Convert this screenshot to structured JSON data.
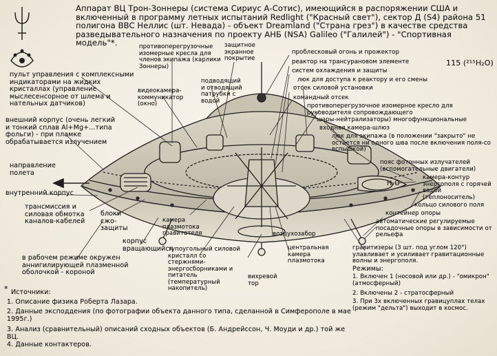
{
  "header": "Аппарат ВЦ Трон-Зоннеры (система Сириус А-Сотис), имеющийся в распоряжении США и включенный в программу летных испытаний Redlight (\"Красный свет\"), сектор Д (S4) района 51 полигона ВВС Неллис (шт. Невада) - объект Dreamland (\"Страна грез\") в качестве средства разведывательного назначения по проекту АНБ (NSA) Galileo (\"Галилей\") - \"Спортивная модель\"*.",
  "formula": "115 (²¹⁵H₂O)",
  "labels": {
    "control_panel": "пульт управления с комплексными индикаторами на жидких кристаллах (управление мыслесенсорное от шлема и нательных датчиков)",
    "outer_hull": "внешний корпус (очень легкий и тонкий сплав Al+Mg+...типа фольги) - при пламке обрабатывается излучением",
    "flight_direction": "направление полета",
    "inner_hull": "внутренний корпус",
    "transmission": "трансмиссия и силовая обмотка каналов-кабелей",
    "protection_blocks": "блоки сжо-защиты",
    "rotating_body": "корпус вращающийся",
    "working_mode": "в рабочем режиме окружен аннигилирующей плазменной оболочкой - короной",
    "overload_chair_pilots": "противоперегрузочные изомерные кресла для членов экипажа (карлики Зоннеры)",
    "protective_screen": "защитное экранное покрытие",
    "video_communicator": "видеокамера-коммуникатор (окно)",
    "engine_room_connection": "подводящий и отводящий патрубки с водой",
    "plasma_camera_gravitator": "камера плазмотока гравитателя",
    "fuel_element_crystal": "тупоугольный силовой кристалл со стержнями-энергосборниками и питатель (температурный накопитель)",
    "vortex_torus": "вихревой тор",
    "air_intake": "воздухозабор",
    "central_plasma_camera": "центральная камера плазмотока",
    "flashing_light": "проблесковый огонь и прожектор",
    "transuranium_reactor": "реактор на трансурановом элементе",
    "cooling_system": "систем охлаждения и защиты",
    "reactor_hatch": "люк для доступа к реактору и его смены",
    "power_compartment": "отсек силовой установки",
    "command_compartment": "командный отсек",
    "overload_chair_commander": "противоперегрузочное изомерное кресло для руководителя сопровождающего",
    "ball_neutralizers": "шары-нейтрализаторы) многофункциональные",
    "entry_camera": "входная камера-шлюз",
    "crew_hatch": "люк для экипажа (в положении \"закрыто\" не остается ни одного шва после включения поля-со вспышкой)",
    "photon_emitters_belt": "пояс фотонных излучателей (вспомогательные двигатели)",
    "camera_contour": "камера-контур энергополя с горячей водой (теплоноситель)",
    "h2o_label": "H₂O",
    "power_field_ring": "кольцо силового поля",
    "support_container": "контейнер опоры",
    "automatic_supports": "автоматические регулируемые посадочные опоры в зависимости от рельефа",
    "gravitizers": "гравитизеры (3 шт. под углом 120°) улавливает и усиливает гравитационные волны и энергополя.",
    "modes_title": "Режимы:",
    "modes": [
      "1. Включен 1 (носовой или др.) - \"омикрон\" (атмосферный)",
      "2. Включены 2 - стратосферный",
      "3. При 3х включенных гравицуплах телах (режим \"дельта\") выходит в космос."
    ],
    "sources_title": "Источники:",
    "sources": [
      "1. Описание физика Роберта Лазара.",
      "2. Данные эксподдения (по фотографии объекта данного типа, сделанной в Симферополе в мае 1995г.)",
      "3. Анализ (сравнительный) описаний сходных объектов (Б. Андрейссон, Ч. Моуди и др.) той же ВЦ.",
      "4. Данные контактеров."
    ],
    "asterisk": "*"
  }
}
